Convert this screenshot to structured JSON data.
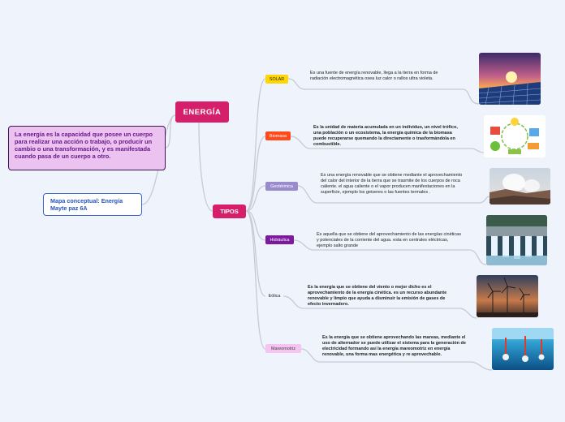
{
  "central": {
    "title": "ENERGÍA"
  },
  "definition": {
    "text": "La energía es la capacidad que posee un cuerpo para realizar una acción o trabajo, o producir un cambio o una transformación, y es manifestada cuando pasa de un cuerpo a otro."
  },
  "map_title": {
    "text": "Mapa conceptual: Energía Mayte paz 6A"
  },
  "tipos": {
    "label": "TIPOS"
  },
  "types": [
    {
      "label": "SOLAR",
      "description": "Es una fuente de energía renovable, llega a la tierra en forma de radiación electromagnética osea luz calor o rallos ultra violeta.",
      "image": "solar-panels-sunset-photo"
    },
    {
      "label": "Biomasa",
      "description": "Es la unidad de materia acumulada en un individuo, un nivel trófico, una población o un ecosistema, la energía química de la biomasa puede recuperarse quemando la directamente o trasformándola en combustible.",
      "image": "biomass-cycle-illustration"
    },
    {
      "label": "Geotérmica",
      "description": "Es una energía renovable que se obtiene mediante el aprovechamiento del calor del interior de la tierra que se trasmite de los cuerpos de roca caliente. el agua caliente o el vapor producen manifestaciones en la superficie, ejemplo los geiseres o las fuentes termales .",
      "image": "geothermal-steam-photo"
    },
    {
      "label": "Hidráulica",
      "description": "Es aquella que se obtiene del aprovechamiento de las energías cinéticas y potenciales de la corriente del agua. esta en centrales eléctricas, ejemplo salto grande",
      "image": "hydroelectric-dam-photo"
    },
    {
      "label": "Eólica",
      "description": "Es la energía que se obtiene del viento o mejor dicho es el aprovechamiento de la energía cinética. es un recurso abundante renovable y limpio que ayuda a disminuir la emisión de gases de efecto invernadero.",
      "image": "wind-turbines-sunset-photo"
    },
    {
      "label": "Mareomotriz",
      "description": "Es la energía que se obtiene aprovechando las mareas, mediante el uso de alternador se puede utilizar el sistema para la generación de electricidad formando así la energía mareomotriz en energía renovable, una forma mas energética y re aprovechable.",
      "image": "tidal-turbines-underwater-illustration"
    }
  ],
  "colors": {
    "background": "#eff3fc",
    "central": "#d61f6b",
    "solar": "#ffd600",
    "biomasa": "#ff4a1c",
    "geotermica": "#9a8ccc",
    "hidraulica": "#7b1a9c",
    "mareomotriz": "#f5c4f0",
    "connector": "#c6cad6"
  }
}
